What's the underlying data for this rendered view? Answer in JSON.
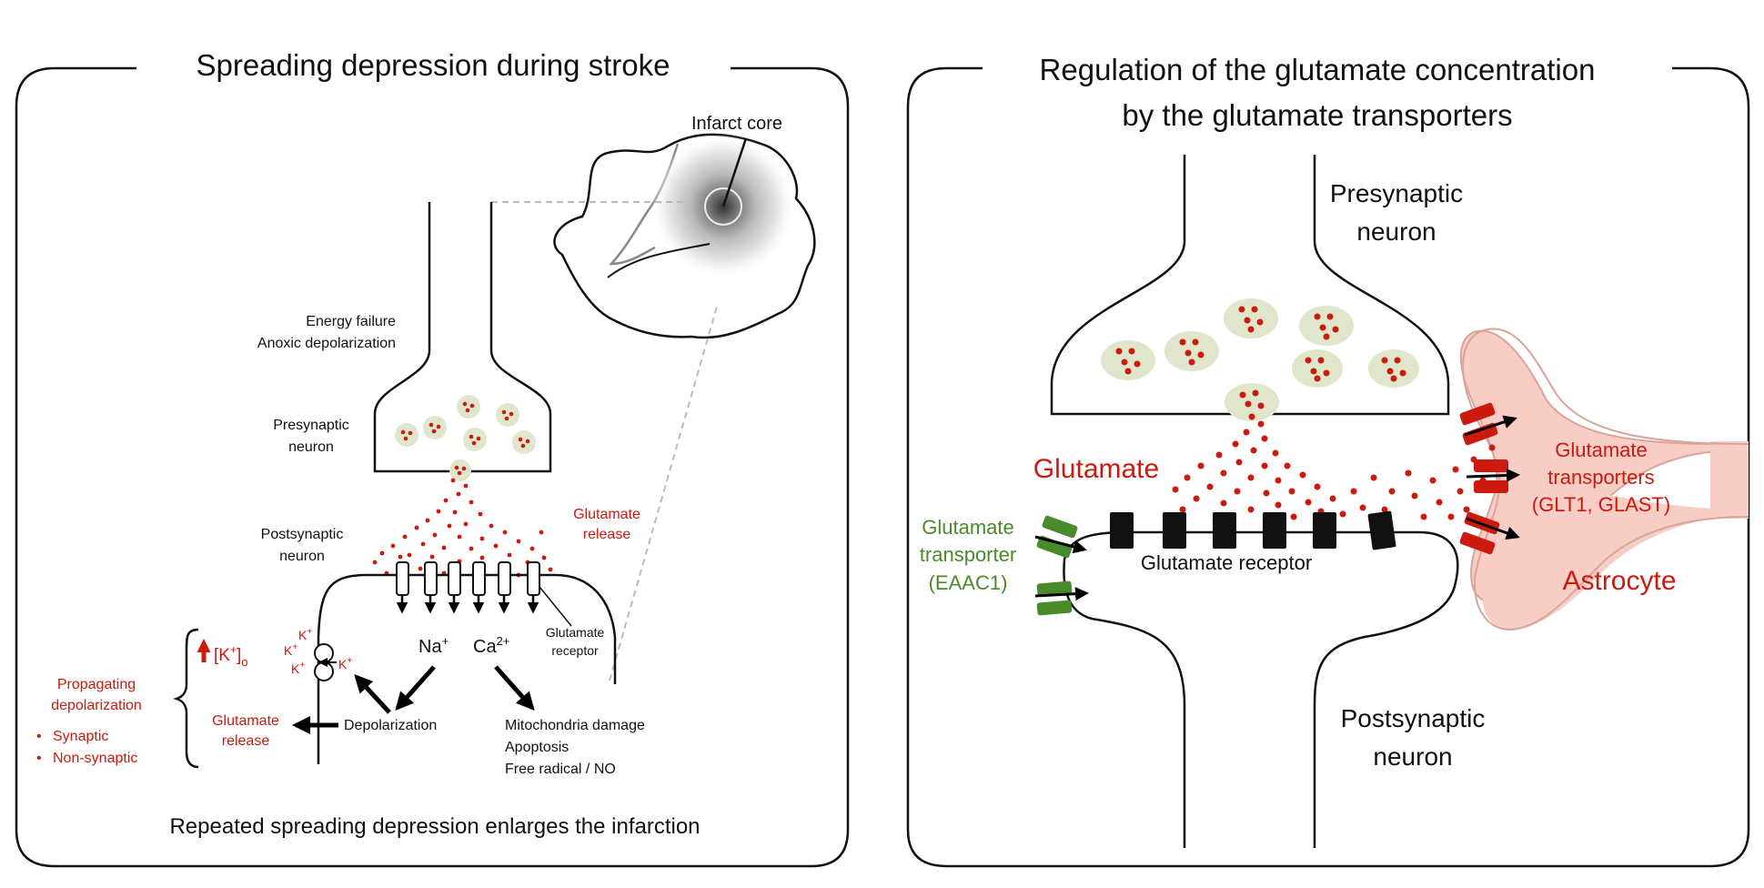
{
  "colors": {
    "red": "#cc1a0e",
    "green": "#4a8a2a",
    "vesicle": "#dfe6cc",
    "astrocyte": "#f7cdc6",
    "astrocyte_stroke": "#d9a49a"
  },
  "left_panel": {
    "title": "Spreading depression during stroke",
    "infarct_core": "Infarct core",
    "energy_failure": "Energy failure",
    "anoxic_depolarization": "Anoxic depolarization",
    "presynaptic_1": "Presynaptic",
    "presynaptic_2": "neuron",
    "postsynaptic_1": "Postsynaptic",
    "postsynaptic_2": "neuron",
    "glutamate_release_1": "Glutamate",
    "glutamate_release_2": "release",
    "glutamate_receptor_1": "Glutamate",
    "glutamate_receptor_2": "receptor",
    "k_ion": "K",
    "k_plus": "+",
    "k_conc": "[K",
    "k_conc_close": "]",
    "k_conc_sub": "o",
    "na_ion": "Na",
    "na_plus": "+",
    "ca_ion": "Ca",
    "ca_plus": "2+",
    "depolarization": "Depolarization",
    "mito_damage": "Mitochondria damage",
    "apoptosis": "Apoptosis",
    "free_radical": "Free radical / NO",
    "propagating_1": "Propagating",
    "propagating_2": "depolarization",
    "bullet": "•",
    "synaptic": "Synaptic",
    "non_synaptic": "Non-synaptic",
    "glut_release_side_1": "Glutamate",
    "glut_release_side_2": "release",
    "footer": "Repeated spreading depression enlarges the infarction"
  },
  "right_panel": {
    "title_1": "Regulation of the glutamate concentration",
    "title_2": "by the glutamate transporters",
    "presynaptic_1": "Presynaptic",
    "presynaptic_2": "neuron",
    "glutamate": "Glutamate",
    "glutamate_transporters_1": "Glutamate",
    "glutamate_transporters_2": "transporters",
    "glutamate_transporters_3": "(GLT1, GLAST)",
    "eaac1_1": "Glutamate",
    "eaac1_2": "transporter",
    "eaac1_3": "(EAAC1)",
    "glutamate_receptor": "Glutamate receptor",
    "astrocyte": "Astrocyte",
    "postsynaptic_1": "Postsynaptic",
    "postsynaptic_2": "neuron"
  }
}
